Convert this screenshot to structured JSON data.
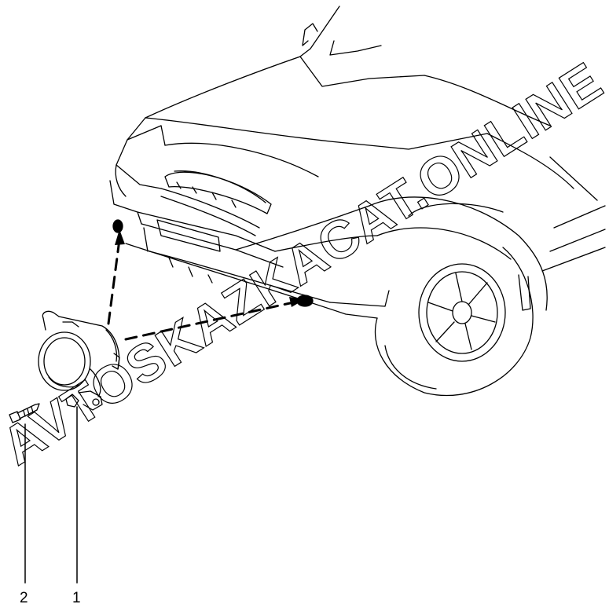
{
  "callouts": [
    {
      "id": "1",
      "label": "1",
      "part": "fog-lamp"
    },
    {
      "id": "2",
      "label": "2",
      "part": "mounting-screw"
    }
  ],
  "watermark": {
    "text": "AVTOSKAZKACAT.ONLINE"
  },
  "colors": {
    "line": "#000000",
    "background": "#ffffff",
    "watermark_stroke": "#000000"
  }
}
